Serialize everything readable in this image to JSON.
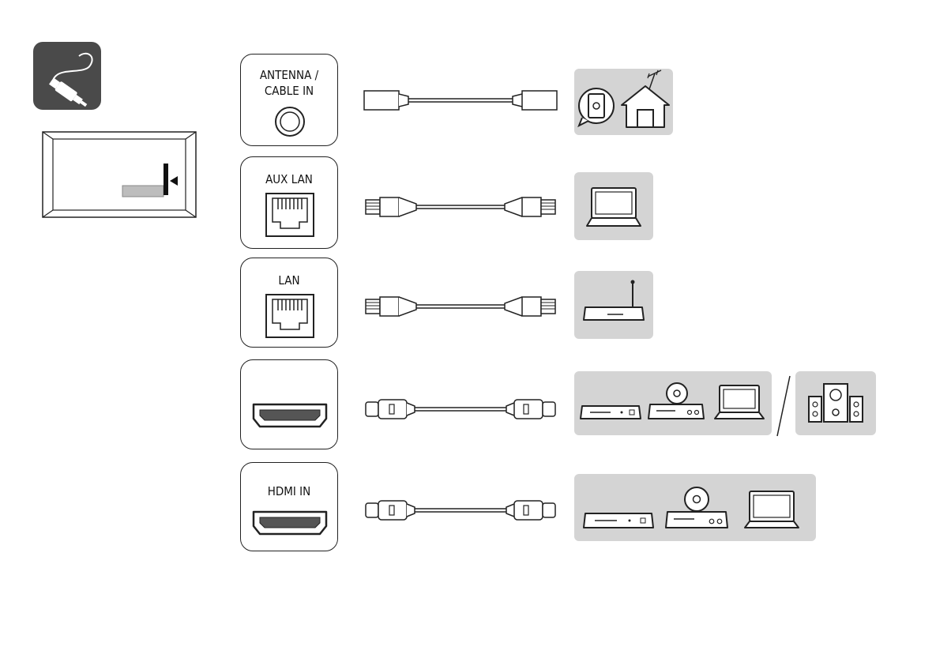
{
  "ports": [
    {
      "id": "antenna",
      "label": "ANTENNA /\nCABLE IN",
      "connector": "coaxial",
      "devices": [
        "wall-outlet",
        "house-antenna"
      ]
    },
    {
      "id": "aux-lan",
      "label": "AUX LAN",
      "connector": "ethernet",
      "devices": [
        "laptop"
      ]
    },
    {
      "id": "lan",
      "label": "LAN",
      "connector": "ethernet",
      "devices": [
        "router"
      ]
    },
    {
      "id": "hdmi",
      "label": "",
      "connector": "hdmi",
      "devices": [
        "blu-ray-player",
        "dvd-player",
        "laptop",
        "speaker-system"
      ]
    },
    {
      "id": "hdmi-in",
      "label": "HDMI IN",
      "connector": "hdmi",
      "devices": [
        "blu-ray-player",
        "dvd-player",
        "laptop"
      ]
    }
  ],
  "icons": {
    "header": "cable-plug-icon",
    "tv_back": "tv-back-panel-icon"
  },
  "colors": {
    "icon_bg": "#4a4a4a",
    "panel_bg": "#d4d4d4",
    "stroke": "#222222"
  }
}
